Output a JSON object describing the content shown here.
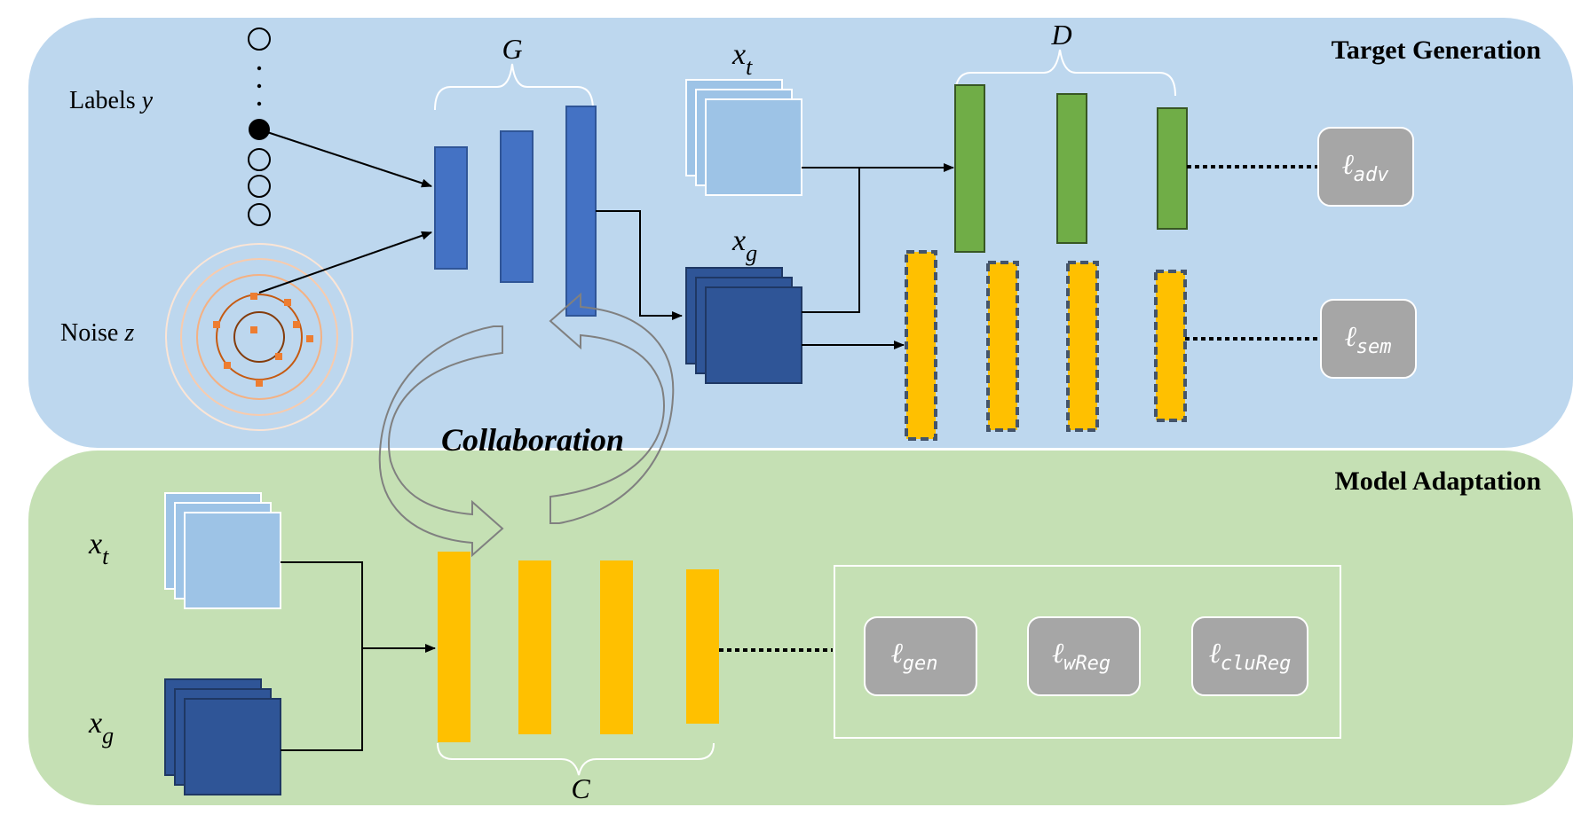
{
  "panels": {
    "top_title": "Target Generation",
    "bottom_title": "Model Adaptation"
  },
  "labels": {
    "labels_y_text": "Labels ",
    "labels_y_var": "y",
    "noise_z_text": "Noise ",
    "noise_z_var": "z",
    "collaboration": "Collaboration"
  },
  "brackets": {
    "G": "G",
    "D": "D",
    "C": "C"
  },
  "inputs": {
    "xt_base": "x",
    "xt_sub": "t",
    "xg_base": "x",
    "xg_sub": "g"
  },
  "losses": {
    "adv": {
      "symbol": "ℓ",
      "sub": "adv"
    },
    "sem": {
      "symbol": "ℓ",
      "sub": "sem"
    },
    "gen": {
      "symbol": "ℓ",
      "sub": "gen"
    },
    "wreg": {
      "symbol": "ℓ",
      "sub": "wReg"
    },
    "clureg": {
      "symbol": "ℓ",
      "sub": "cluReg"
    }
  },
  "colors": {
    "top_panel": "#bdd7ee",
    "bottom_panel": "#c5e0b4",
    "generator_blue": "#4472c4",
    "discriminator_green": "#70ad47",
    "classifier_yellow": "#ffc000",
    "target_light_blue": "#9dc3e6",
    "generated_dark_blue": "#2f5597",
    "loss_gray": "#a6a6a6"
  }
}
